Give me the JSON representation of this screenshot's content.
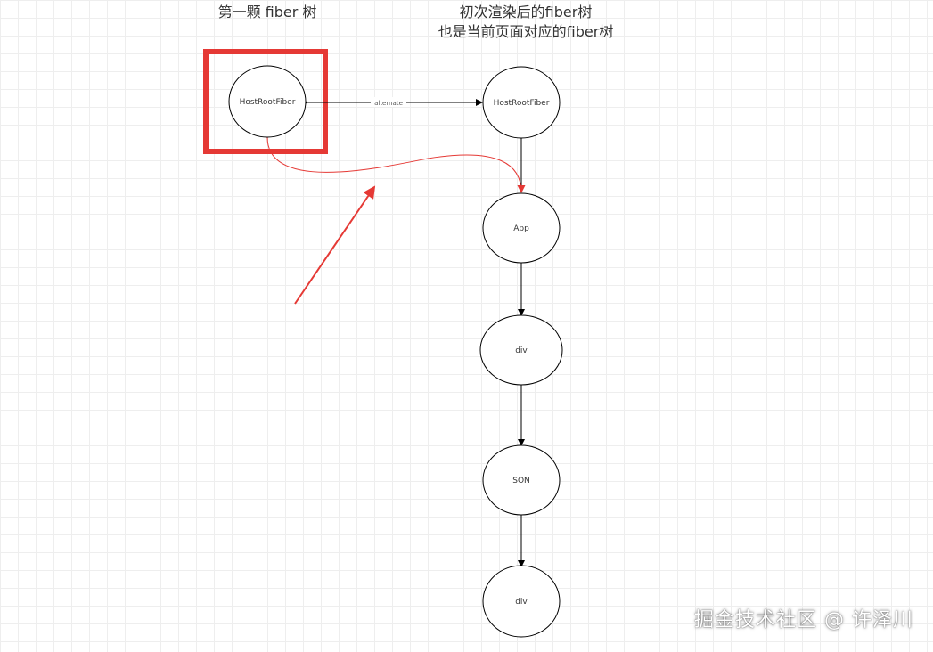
{
  "captions": {
    "first_tree": "第一颗 fiber 树",
    "current_tree_line1": "初次渲染后的fiber树",
    "current_tree_line2": "也是当前页面对应的fiber树"
  },
  "nodes": {
    "old_root": "HostRootFiber",
    "new_root": "HostRootFiber",
    "app": "App",
    "div1": "div",
    "son": "SON",
    "div2": "div"
  },
  "edges": {
    "alternate_label": "alternate"
  },
  "watermark": "掘金技术社区 @ 许泽川",
  "colors": {
    "highlight": "#e53935",
    "stroke": "#000000",
    "text": "#333333"
  }
}
